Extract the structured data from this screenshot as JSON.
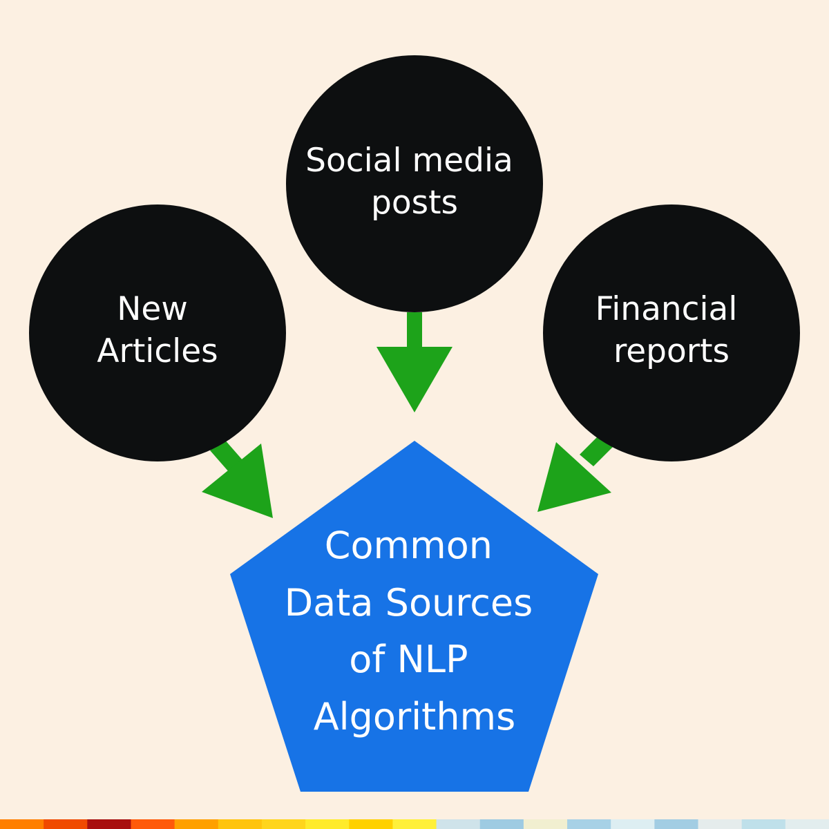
{
  "colors": {
    "background": "#fcf0e2",
    "circle_fill": "#0d0f10",
    "pentagon_fill": "#1773e6",
    "arrow": "#1da31a",
    "text": "#ffffff"
  },
  "diagram": {
    "center": {
      "lines": [
        "Common",
        "Data Sources",
        "of NLP",
        "Algorithms"
      ]
    },
    "sources": [
      {
        "lines": [
          "New",
          "Articles"
        ]
      },
      {
        "lines": [
          "Social media",
          "posts"
        ]
      },
      {
        "lines": [
          "Financial",
          "reports"
        ]
      }
    ]
  },
  "footer_strip": {
    "colors": [
      "#ff7f00",
      "#f04a00",
      "#a80f0f",
      "#ff5a0a",
      "#ffa000",
      "#ffc40d",
      "#ffd51c",
      "#ffeb2b",
      "#ffd100",
      "#fff03a",
      "#cfe3ea",
      "#9ecbe2",
      "#f1efd0",
      "#a7d1e6",
      "#ddeef2",
      "#a2cde3",
      "#e5ecec",
      "#bfe0ea",
      "#e2edee"
    ]
  }
}
